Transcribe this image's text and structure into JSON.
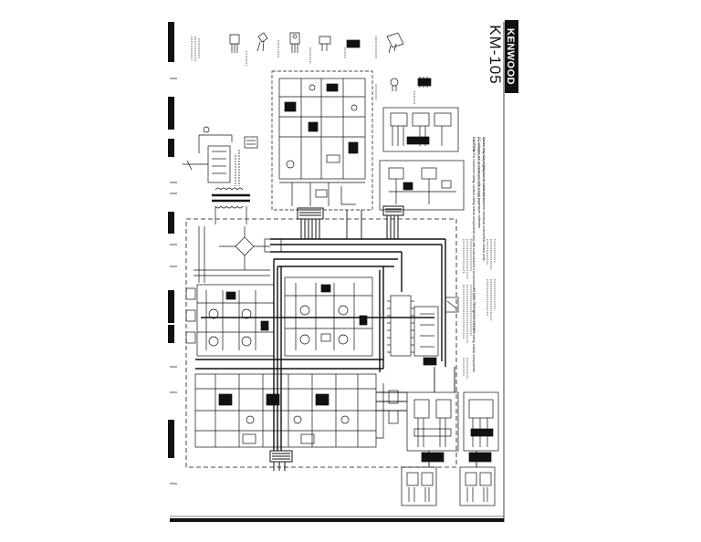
{
  "brand": "KENWOOD",
  "model": "KM-105",
  "caution": {
    "title": "CAUTION:",
    "body": "For continued safety, replace safety critical components only with manufacturer's recommended parts. This symbol indicates safety critical components."
  },
  "notes": [
    "DC voltages are as measured with a high impedance voltmeter.",
    "Values may vary slightly due to variations between individual instruments or/and units."
  ],
  "colors": {
    "ink": "#111111",
    "paper": "#ffffff",
    "registration": "#111111"
  }
}
